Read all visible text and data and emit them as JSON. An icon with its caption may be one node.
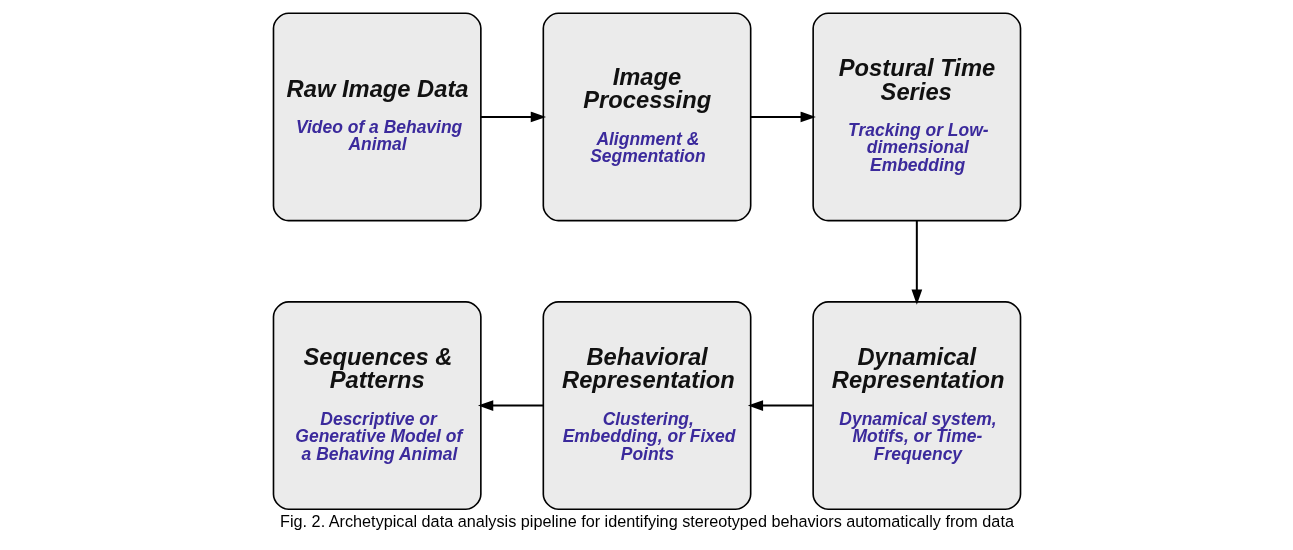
{
  "diagram": {
    "caption": "Fig. 2. Archetypical data analysis pipeline for identifying stereotyped behaviors automatically from data",
    "nodes": [
      {
        "text": [
          "Raw Image Data",
          "Video of a Behaving Animal"
        ]
      },
      {
        "text": [
          "Image Processing",
          "Alignment & Segmentation"
        ]
      },
      {
        "text": [
          "Postural Time Series",
          "Tracking or Low-dimensional Embedding"
        ]
      },
      {
        "text": [
          "Dynamical Representation",
          "Dynamical system, Motifs, or Time-Frequency"
        ]
      },
      {
        "text": [
          "Behavioral Representation",
          "Clustering, Embedding, or Fixed Points"
        ]
      },
      {
        "text": [
          "Sequences & Patterns",
          "Descriptive or Generative Model of a Behaving Animal"
        ]
      }
    ],
    "edges": [
      {
        "from": 0,
        "to": 1,
        "arrow": "to"
      },
      {
        "from": 1,
        "to": 2,
        "arrow": "to"
      },
      {
        "from": 2,
        "to": 3,
        "arrow": "to"
      },
      {
        "from": 3,
        "to": 4,
        "arrow": "to"
      },
      {
        "from": 4,
        "to": 5,
        "arrow": "to"
      }
    ]
  }
}
